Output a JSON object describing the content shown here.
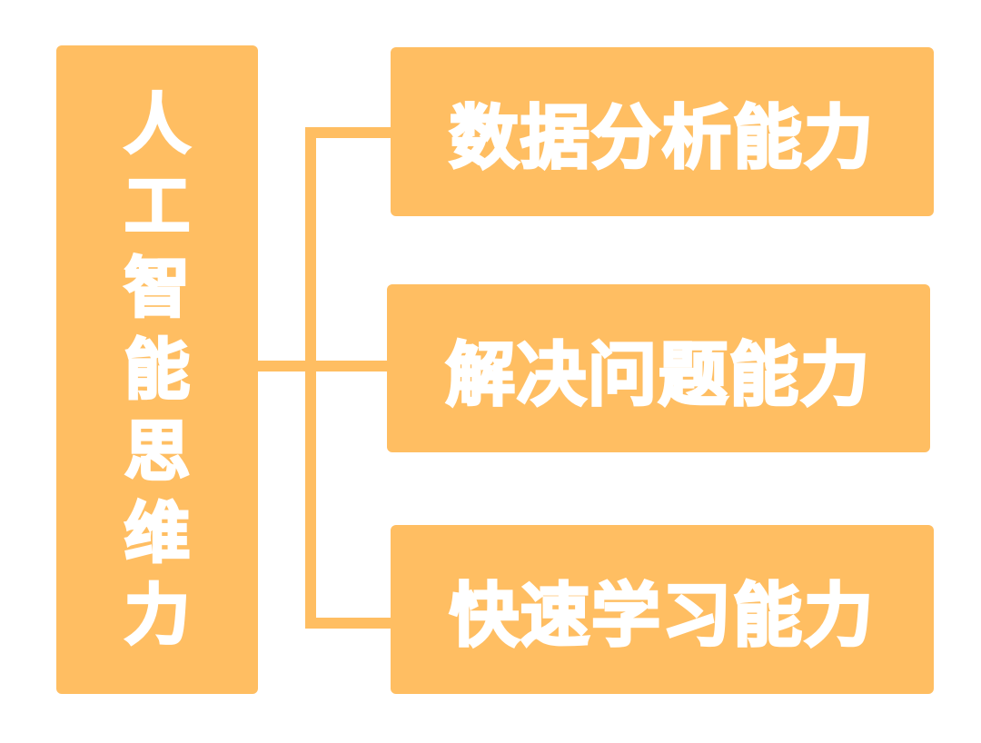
{
  "root": {
    "label_chars": [
      "人",
      "工",
      "智",
      "能",
      "思",
      "维",
      "力"
    ]
  },
  "branches": [
    {
      "label": "数据分析能力"
    },
    {
      "label": "解决问题能力"
    },
    {
      "label": "快速学习能力"
    }
  ],
  "colors": {
    "box_fill": "#FFBE62",
    "text": "#ffffff",
    "background": "#ffffff"
  }
}
